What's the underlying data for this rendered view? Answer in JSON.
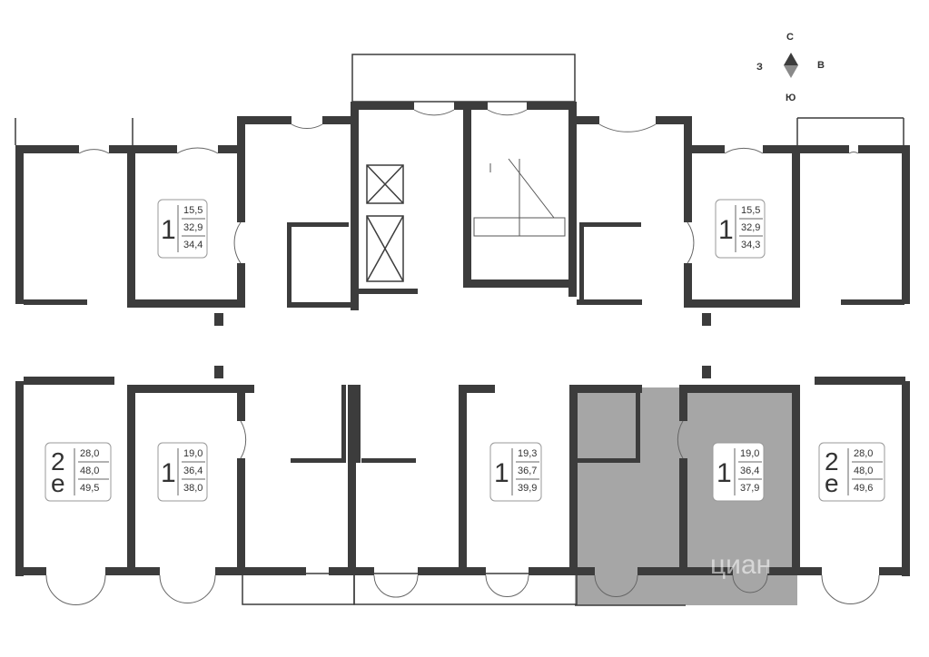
{
  "compass": {
    "north": "С",
    "west": "З",
    "east": "В",
    "south": "Ю"
  },
  "watermark": "циан",
  "highlight_color": "#a6a6a6",
  "wall_color": "#3c3c3c",
  "apartments": [
    {
      "id": "upper-left",
      "rooms": "1",
      "values": [
        "15,5",
        "32,9",
        "34,4"
      ]
    },
    {
      "id": "upper-right",
      "rooms": "1",
      "values": [
        "15,5",
        "32,9",
        "34,3"
      ]
    },
    {
      "id": "lower-left-end",
      "rooms": "2е",
      "values": [
        "28,0",
        "48,0",
        "49,5"
      ]
    },
    {
      "id": "lower-left",
      "rooms": "1",
      "values": [
        "19,0",
        "36,4",
        "38,0"
      ]
    },
    {
      "id": "lower-mid",
      "rooms": "1",
      "values": [
        "19,3",
        "36,7",
        "39,9"
      ]
    },
    {
      "id": "lower-right",
      "rooms": "1",
      "values": [
        "19,0",
        "36,4",
        "37,9"
      ],
      "highlighted": true
    },
    {
      "id": "lower-right-end",
      "rooms": "2е",
      "values": [
        "28,0",
        "48,0",
        "49,6"
      ]
    }
  ]
}
